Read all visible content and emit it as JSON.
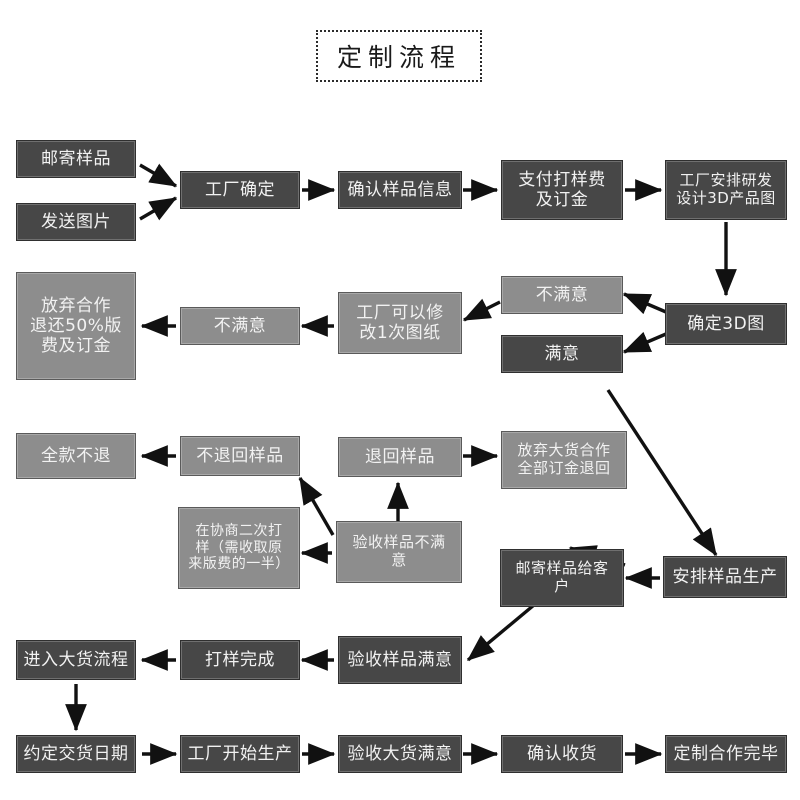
{
  "title": {
    "text": "定制流程"
  },
  "colors": {
    "dark_node": "#474747",
    "light_node": "#8d8d8d",
    "node_text": "#f2f2f2",
    "arrow": "#111111",
    "background": "#ffffff",
    "title_text": "#1a1a1a"
  },
  "nodes": [
    {
      "id": "mail-sample",
      "label": "邮寄样品",
      "style": "dark"
    },
    {
      "id": "send-picture",
      "label": "发送图片",
      "style": "dark"
    },
    {
      "id": "factory-confirm",
      "label": "工厂确定",
      "style": "dark"
    },
    {
      "id": "confirm-sample-info",
      "label": "确认样品信息",
      "style": "dark"
    },
    {
      "id": "pay-sample-fee",
      "label": "支付打样费\n及订金",
      "style": "dark"
    },
    {
      "id": "factory-3d-design",
      "label": "工厂安排研发\n设计3D产品图",
      "style": "dark"
    },
    {
      "id": "abandon-refund-50",
      "label": "放弃合作\n退还50%版\n费及订金",
      "style": "light"
    },
    {
      "id": "dissatisfied-left",
      "label": "不满意",
      "style": "light"
    },
    {
      "id": "factory-revise-once",
      "label": "工厂可以修\n改1次图纸",
      "style": "light"
    },
    {
      "id": "dissatisfied-3d",
      "label": "不满意",
      "style": "light"
    },
    {
      "id": "satisfied-3d",
      "label": "满意",
      "style": "dark"
    },
    {
      "id": "confirm-3d",
      "label": "确定3D图",
      "style": "dark"
    },
    {
      "id": "no-refund-full",
      "label": "全款不退",
      "style": "light"
    },
    {
      "id": "no-return-sample",
      "label": "不退回样品",
      "style": "light"
    },
    {
      "id": "return-sample",
      "label": "退回样品",
      "style": "light"
    },
    {
      "id": "abandon-bulk",
      "label": "放弃大货合作\n全部订金退回",
      "style": "light"
    },
    {
      "id": "negotiate-second",
      "label": "在协商二次打\n样（需收取原\n来版费的一半）",
      "style": "light"
    },
    {
      "id": "inspect-unsat",
      "label": "验收样品不满\n意",
      "style": "light"
    },
    {
      "id": "mail-sample-client",
      "label": "邮寄样品给客\n户",
      "style": "dark"
    },
    {
      "id": "arrange-sample-prod",
      "label": "安排样品生产",
      "style": "dark"
    },
    {
      "id": "enter-bulk-process",
      "label": "进入大货流程",
      "style": "dark"
    },
    {
      "id": "sampling-done",
      "label": "打样完成",
      "style": "dark"
    },
    {
      "id": "inspect-satisfied",
      "label": "验收样品满意",
      "style": "dark"
    },
    {
      "id": "agree-delivery-date",
      "label": "约定交货日期",
      "style": "dark"
    },
    {
      "id": "factory-start-prod",
      "label": "工厂开始生产",
      "style": "dark"
    },
    {
      "id": "inspect-bulk-sat",
      "label": "验收大货满意",
      "style": "dark"
    },
    {
      "id": "confirm-receipt",
      "label": "确认收货",
      "style": "dark"
    },
    {
      "id": "custom-coop-done",
      "label": "定制合作完毕",
      "style": "dark"
    }
  ]
}
